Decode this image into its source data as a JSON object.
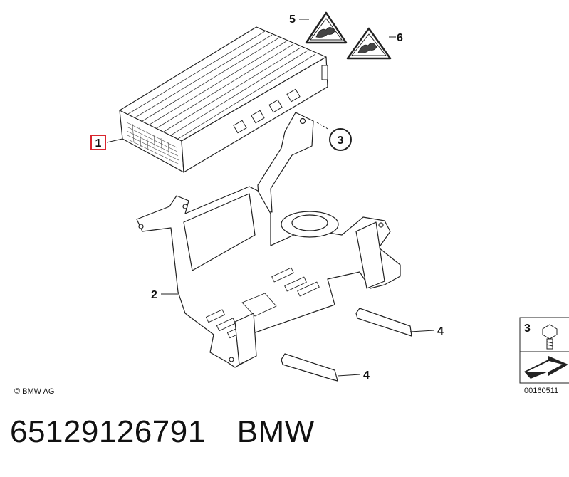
{
  "callouts": {
    "c1": "1",
    "c2": "2",
    "c3": "3",
    "c4a": "4",
    "c4b": "4",
    "c5": "5",
    "c6": "6"
  },
  "copyright": "© BMW AG",
  "legend": {
    "number": "3",
    "code": "00160511"
  },
  "footer": {
    "part_number": "65129126791",
    "brand": "BMW"
  },
  "colors": {
    "highlight": "#d9262e",
    "line": "#222222"
  }
}
